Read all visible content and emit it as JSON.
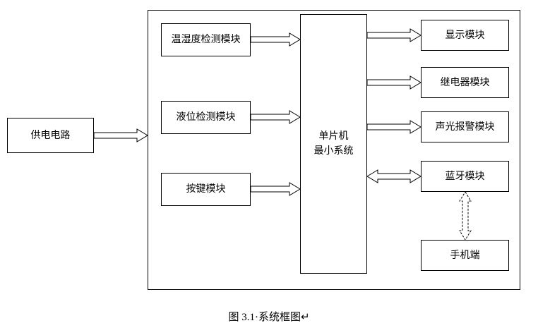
{
  "diagram": {
    "caption": "图 3.1·系统框图↵",
    "nodes": {
      "power": "供电电路",
      "temp_humidity": "温湿度检测模块",
      "liquid_level": "液位检测模块",
      "keys": "按键模块",
      "mcu": "单片机\n最小系统",
      "display": "显示模块",
      "relay": "继电器模块",
      "alarm": "声光报警模块",
      "bluetooth": "蓝牙模块",
      "phone": "手机端"
    }
  }
}
